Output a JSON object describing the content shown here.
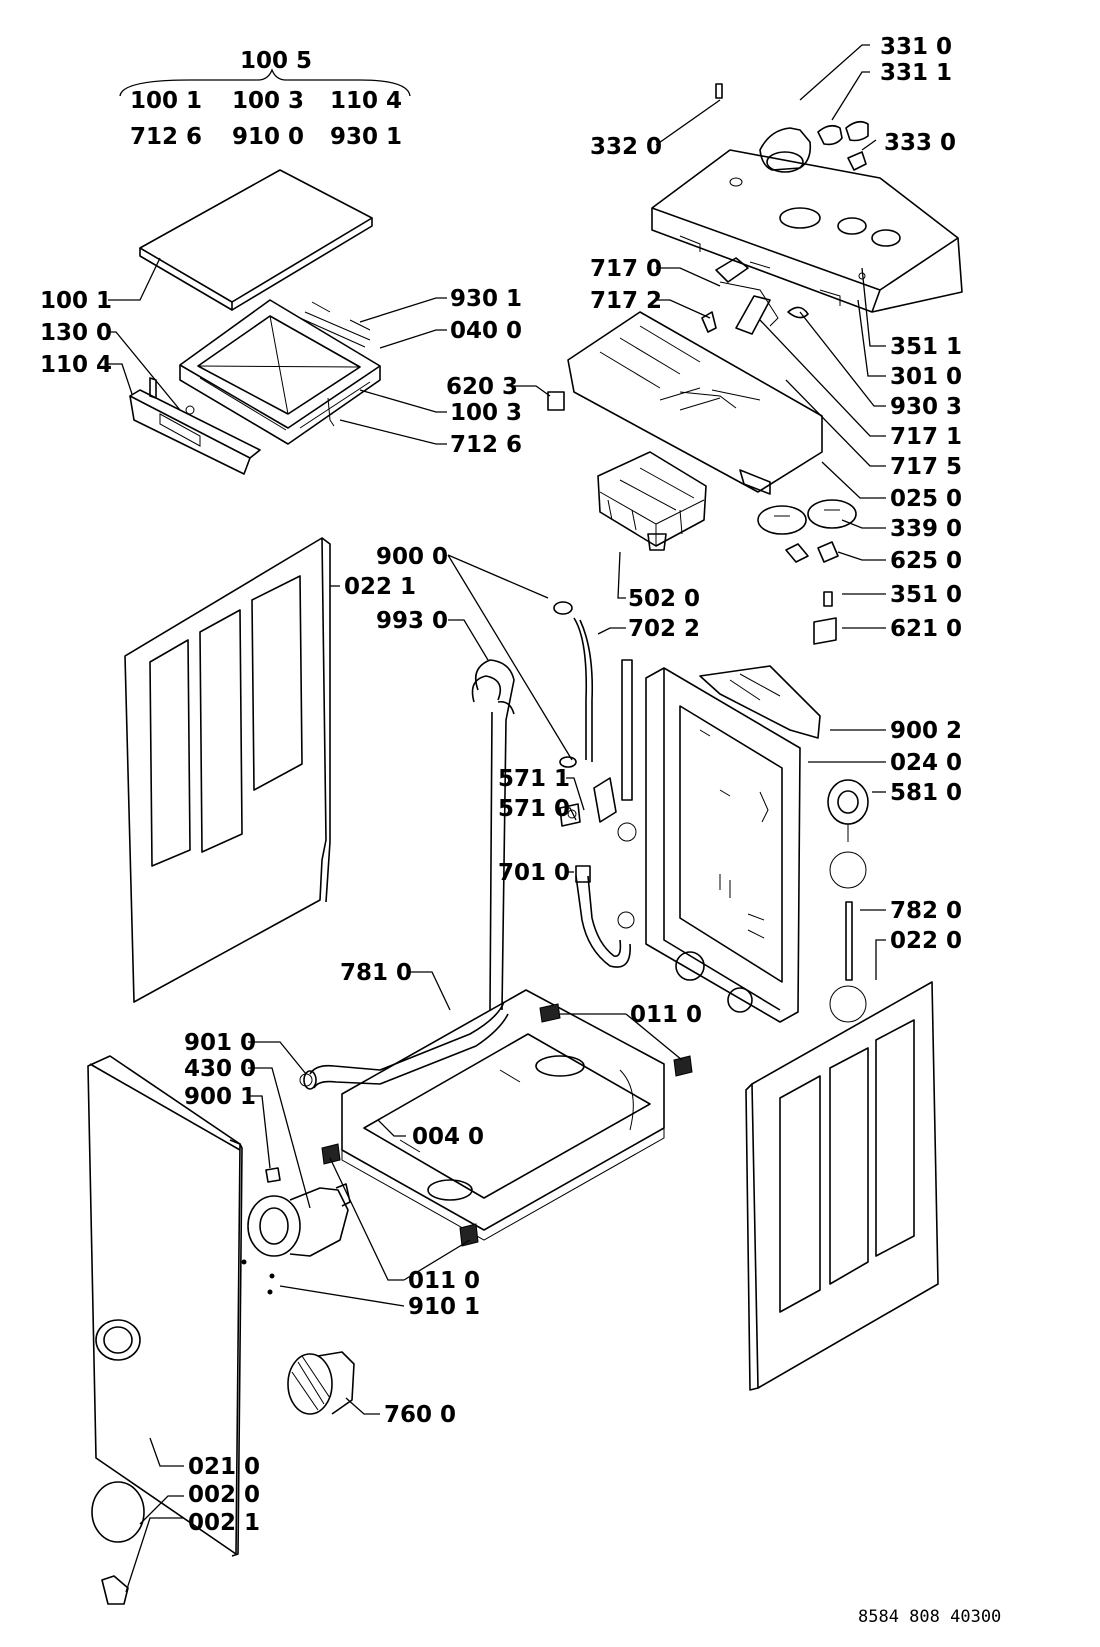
{
  "header": {
    "group_label": "100 5",
    "row1": [
      "100 1",
      "100 3",
      "110 4"
    ],
    "row2": [
      "712 6",
      "910 0",
      "930 1"
    ]
  },
  "callouts": {
    "c3310": "331 0",
    "c3311": "331 1",
    "c3320": "332 0",
    "c3330": "333 0",
    "c1001": "100 1",
    "c9301": "930 1",
    "c1300": "130 0",
    "c0400": "040 0",
    "c1104": "110 4",
    "c7170": "717 0",
    "c7172": "717 2",
    "c3511": "351 1",
    "c3010": "301 0",
    "c6203": "620 3",
    "c9303": "930 3",
    "c1003": "100 3",
    "c7171": "717 1",
    "c7126": "712 6",
    "c7175": "717 5",
    "c0250": "025 0",
    "c3390": "339 0",
    "c6250": "625 0",
    "c9000": "900 0",
    "c0221": "022 1",
    "c5020": "502 0",
    "c3510": "351 0",
    "c9930": "993 0",
    "c7022": "702 2",
    "c6210": "621 0",
    "c9002": "900 2",
    "c0240": "024 0",
    "c5711": "571 1",
    "c5810": "581 0",
    "c5710": "571 0",
    "c7010": "701 0",
    "c7820": "782 0",
    "c0220": "022 0",
    "c7810": "781 0",
    "c0110a": "011 0",
    "c9010": "901 0",
    "c4300": "430 0",
    "c9001": "900 1",
    "c0040": "004 0",
    "c0110b": "011 0",
    "c9101": "910 1",
    "c7600": "760 0",
    "c0210": "021 0",
    "c0020": "002 0",
    "c0021": "002 1"
  },
  "footer": {
    "doc_number": "8584 808 40300"
  }
}
